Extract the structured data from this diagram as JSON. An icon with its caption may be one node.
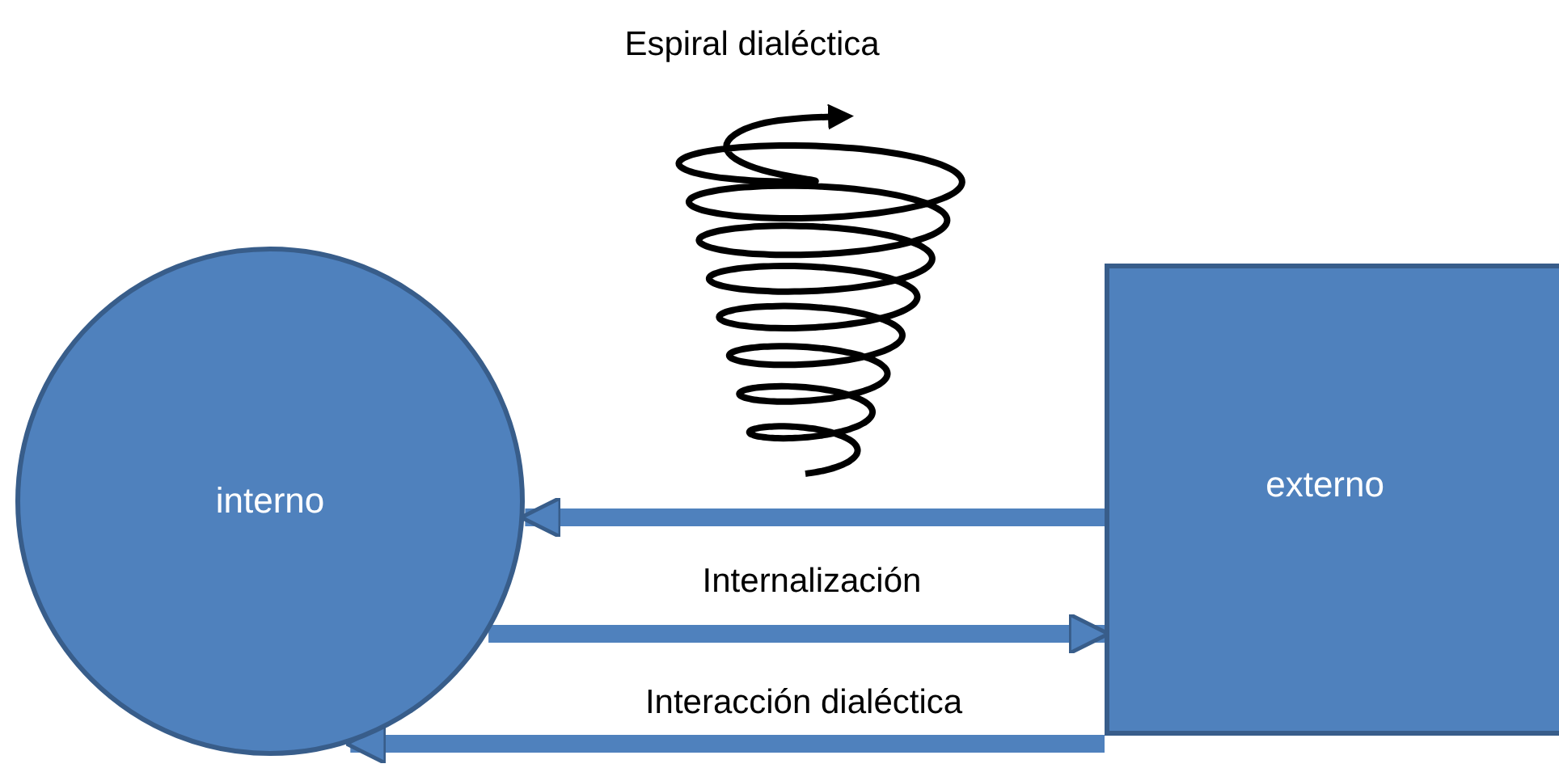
{
  "diagram": {
    "nodes": [
      {
        "text": [
          "interno"
        ]
      },
      {
        "text": [
          "externo"
        ]
      }
    ],
    "edges": [
      {
        "from": 1,
        "to": 0,
        "arrow": "to"
      },
      {
        "from": 0,
        "to": 1,
        "arrow": "to"
      },
      {
        "from": 1,
        "to": 0,
        "arrow": "to"
      }
    ],
    "labels": [
      "Espiral dialéctica",
      "Internalización",
      "Interacción dialéctica"
    ]
  }
}
